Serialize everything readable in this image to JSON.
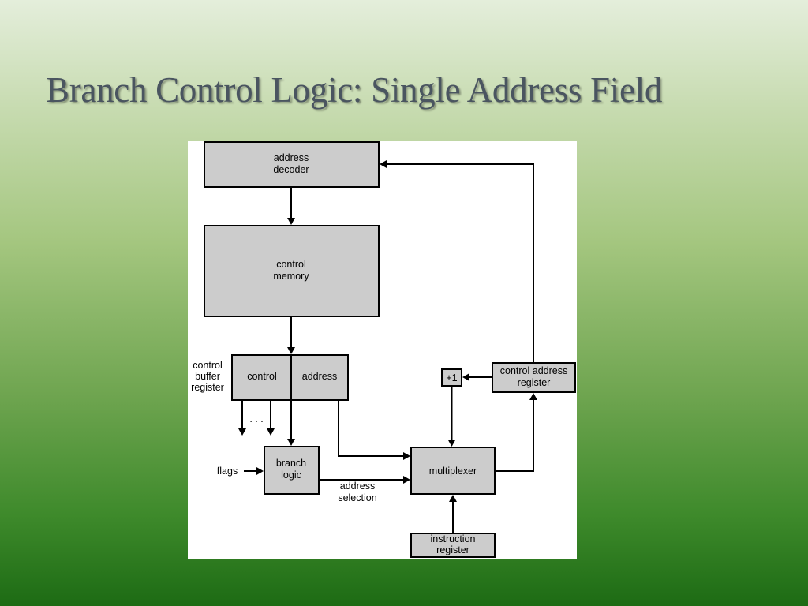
{
  "slide": {
    "title": "Branch Control Logic: Single Address Field"
  },
  "diagram": {
    "address_decoder": [
      "address",
      "decoder"
    ],
    "control_memory": [
      "control",
      "memory"
    ],
    "control_buffer_register": [
      "control",
      "buffer",
      "register"
    ],
    "cbr_control_field": "control",
    "cbr_address_field": "address",
    "ellipsis": ". . .",
    "flags_label": "flags",
    "branch_logic": [
      "branch",
      "logic"
    ],
    "address_selection": [
      "address",
      "selection"
    ],
    "multiplexer": "multiplexer",
    "increment": "+1",
    "control_address_register": [
      "control address",
      "register"
    ],
    "instruction_register": [
      "instruction",
      "register"
    ]
  }
}
